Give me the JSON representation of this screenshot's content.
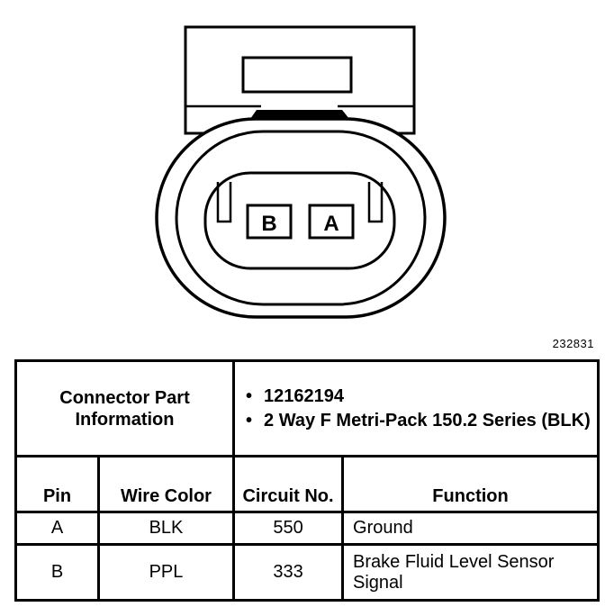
{
  "figure_id": "232831",
  "connector": {
    "terminals": [
      "B",
      "A"
    ]
  },
  "table": {
    "part_info_label": "Connector Part Information",
    "part_info": [
      "12162194",
      "2 Way F Metri-Pack 150.2 Series (BLK)"
    ],
    "headers": {
      "pin": "Pin",
      "wire_color": "Wire Color",
      "circuit_no": "Circuit No.",
      "function": "Function"
    },
    "rows": [
      {
        "pin": "A",
        "wire_color": "BLK",
        "circuit": "550",
        "function": "Ground"
      },
      {
        "pin": "B",
        "wire_color": "PPL",
        "circuit": "333",
        "function": "Brake Fluid Level Sensor Signal"
      }
    ]
  }
}
